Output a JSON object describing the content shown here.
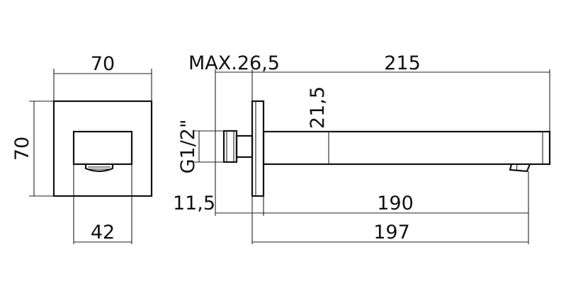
{
  "dimensions": {
    "front_width": "70",
    "front_height": "70",
    "outlet_width": "42",
    "max_depth": "MAX.26,5",
    "total_length": "215",
    "height": "21,5",
    "thread": "G1/2\"",
    "plate_offset": "11,5",
    "spout_length": "190",
    "overall_length": "197"
  }
}
